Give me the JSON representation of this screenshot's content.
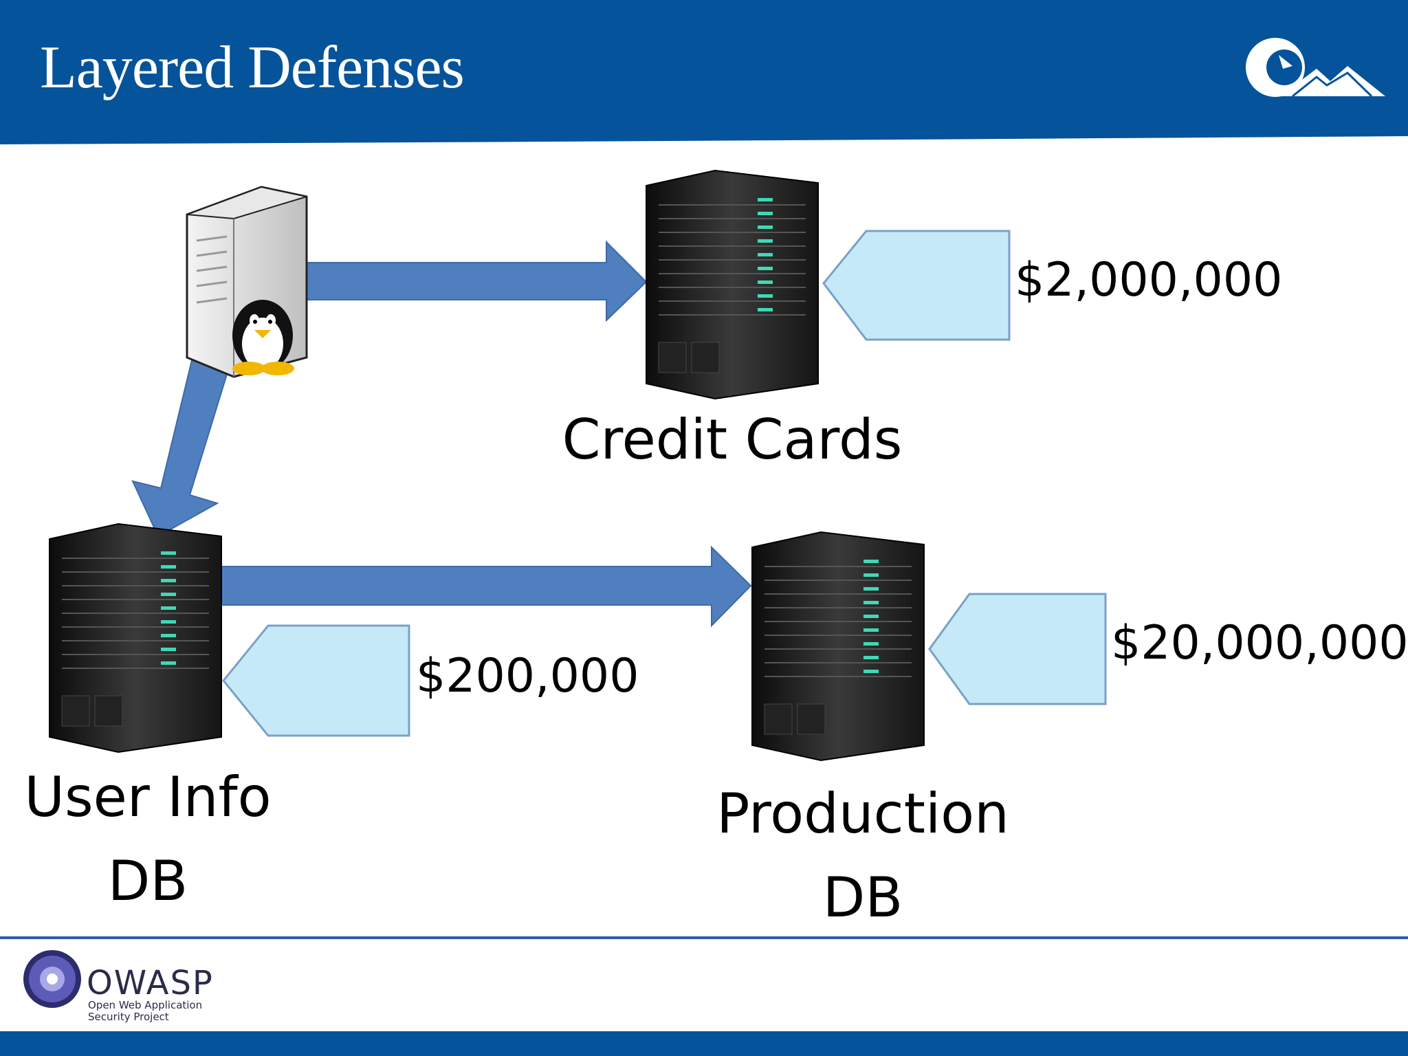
{
  "slide": {
    "title": "Layered Defenses",
    "colors": {
      "header": "#05539b",
      "arrow": "#4f7fbf",
      "tag": "#c6e9f7",
      "tag_border": "#7aa0c8"
    }
  },
  "nodes": {
    "credit_cards": {
      "label": "Credit Cards",
      "value": "$2,000,000"
    },
    "user_info": {
      "label_line1": "User Info",
      "label_line2": "DB",
      "value": "$200,000"
    },
    "production": {
      "label_line1": "Production",
      "label_line2": "DB",
      "value": "$20,000,000"
    }
  },
  "logos": {
    "header_logo_icon": "mountain-logo-icon",
    "owasp": {
      "word": "OWASP",
      "subtitle_line1": "Open Web Application",
      "subtitle_line2": "Security Project"
    }
  }
}
